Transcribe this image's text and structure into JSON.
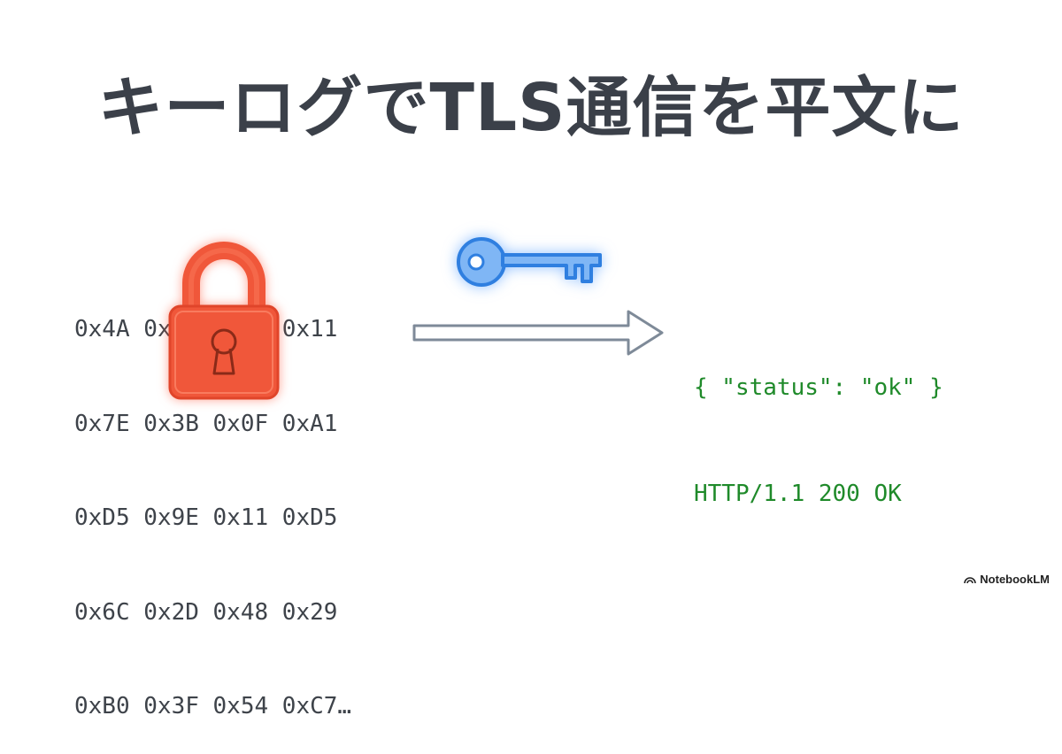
{
  "slide": {
    "title": "キーログでTLS通信を平文に"
  },
  "ciphertext": {
    "lines": [
      "0x4A 0xF2 0x8C 0x11",
      "0x7E 0x3B 0x0F 0xA1",
      "0xD5 0x9E 0x11 0xD5",
      "0x6C 0x2D 0x48 0x29",
      "0xB0 0x3F 0x54 0xC7…"
    ]
  },
  "plaintext": {
    "lines": [
      "{ \"status\": \"ok\" }",
      "HTTP/1.1 200 OK"
    ]
  },
  "icons": {
    "lock": "lock-icon",
    "key": "key-icon",
    "arrow": "arrow-right-icon",
    "brand": "notebooklm-logo-icon"
  },
  "colors": {
    "title": "#3b4049",
    "ciphertext": "#3e434a",
    "lock": "#f0573a",
    "key": "#4a9bf0",
    "plaintext": "#1f8a2a",
    "arrow": "#7e8a98"
  },
  "branding": {
    "label": "NotebookLM"
  }
}
